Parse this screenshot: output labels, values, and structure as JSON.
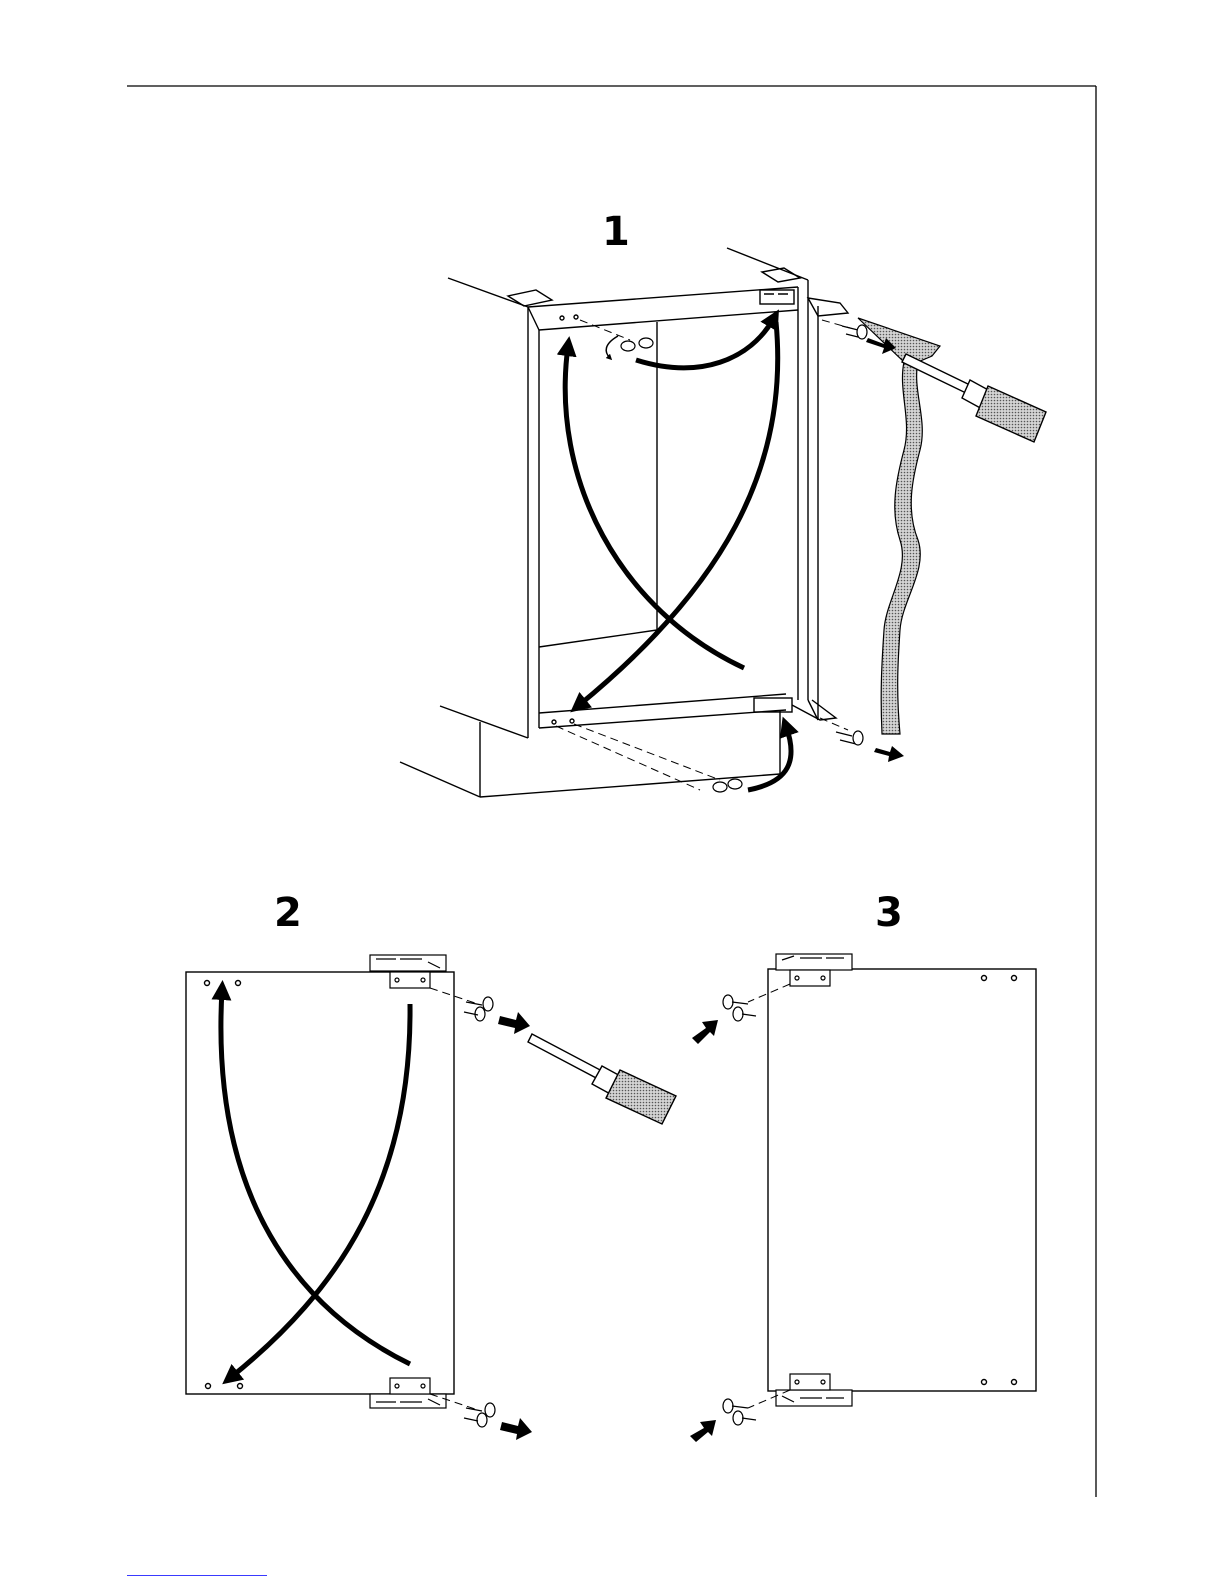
{
  "figures": [
    {
      "number": "1"
    },
    {
      "number": "2"
    },
    {
      "number": "3"
    }
  ],
  "colors": {
    "ink": "#000000",
    "shading": "#b8b8b8",
    "footer_link": "#3a3aff"
  },
  "icons": [
    "screwdriver-icon",
    "screw-icon",
    "hinge-icon",
    "arrow-icon"
  ]
}
